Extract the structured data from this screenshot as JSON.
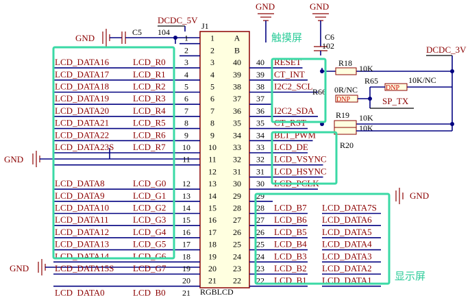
{
  "power": {
    "dcdc_left": "DCDC_5V",
    "dcdc_right": "DCDC_3V",
    "gnd": "GND"
  },
  "connector": {
    "ref": "J1",
    "name": "RGBLCD",
    "col_a": "A",
    "col_b": "B"
  },
  "caps": {
    "c5": "C5",
    "c5_val": "104",
    "c6": "C6",
    "c6_val": "102"
  },
  "resistors": {
    "r18": "R18",
    "r18_val": "10K",
    "r65": "R65",
    "r65_val": "10K/NC",
    "r66": "R66",
    "r66_val": "0R/NC",
    "r19": "R19",
    "r19_val": "10K",
    "r20": "R20",
    "r20_val": "10K",
    "dnp": "DNP"
  },
  "nets": {
    "sp_tx": "SP_TX"
  },
  "notes": {
    "touch": "触摸屏",
    "display": "显示屏"
  },
  "left_rows": [
    {
      "ext": "",
      "int": "",
      "pin": "1",
      "cl": "1",
      "cr": "A",
      "rp": "",
      "net": ""
    },
    {
      "ext": "",
      "int": "",
      "pin": "2",
      "cl": "2",
      "cr": "B",
      "rp": "",
      "net": ""
    },
    {
      "ext": "LCD_DATA16",
      "int": "LCD_R0",
      "pin": "3",
      "cl": "3",
      "cr": "40",
      "rp": "40",
      "net": "RESET"
    },
    {
      "ext": "LCD_DATA17",
      "int": "LCD_R1",
      "pin": "4",
      "cl": "4",
      "cr": "39",
      "rp": "39",
      "net": "CT_INT"
    },
    {
      "ext": "LCD_DATA18",
      "int": "LCD_R2",
      "pin": "5",
      "cl": "5",
      "cr": "38",
      "rp": "38",
      "net": "I2C2_SCL"
    },
    {
      "ext": "LCD_DATA19",
      "int": "LCD_R3",
      "pin": "6",
      "cl": "6",
      "cr": "37",
      "rp": "37",
      "net": ""
    },
    {
      "ext": "LCD_DATA20",
      "int": "LCD_R4",
      "pin": "7",
      "cl": "7",
      "cr": "36",
      "rp": "36",
      "net": "I2C2_SDA"
    },
    {
      "ext": "LCD_DATA21",
      "int": "LCD_R5",
      "pin": "8",
      "cl": "8",
      "cr": "35",
      "rp": "35",
      "net": "CT_RST"
    },
    {
      "ext": "LCD_DATA22",
      "int": "LCD_R6",
      "pin": "9",
      "cl": "9",
      "cr": "34",
      "rp": "34",
      "net": "BLT_PWM"
    },
    {
      "ext": "LCD_DATA23S",
      "int": "LCD_R7",
      "pin": "10",
      "cl": "10",
      "cr": "33",
      "rp": "33",
      "net": "LCD_DE"
    },
    {
      "ext": "",
      "int": "",
      "pin": "11",
      "cl": "11",
      "cr": "32",
      "rp": "32",
      "net": "LCD_VSYNC"
    },
    {
      "ext": "",
      "int": "",
      "pin": "",
      "cl": "12",
      "cr": "31",
      "rp": "31",
      "net": "LCD_HSYNC"
    },
    {
      "ext": "LCD_DATA8",
      "int": "LCD_G0",
      "pin": "12",
      "cl": "13",
      "cr": "30",
      "rp": "30",
      "net": "LCD_PCLK"
    },
    {
      "ext": "LCD_DATA9",
      "int": "LCD_G1",
      "pin": "13",
      "cl": "14",
      "cr": "29",
      "rp": "29",
      "net": ""
    },
    {
      "ext": "LCD_DATA10",
      "int": "LCD_G2",
      "pin": "14",
      "cl": "15",
      "cr": "28",
      "rp": "28",
      "net": "LCD_B7"
    },
    {
      "ext": "LCD_DATA11",
      "int": "LCD_G3",
      "pin": "15",
      "cl": "16",
      "cr": "27",
      "rp": "27",
      "net": "LCD_B6"
    },
    {
      "ext": "LCD_DATA12",
      "int": "LCD_G4",
      "pin": "16",
      "cl": "17",
      "cr": "26",
      "rp": "26",
      "net": "LCD_B5"
    },
    {
      "ext": "LCD_DATA13",
      "int": "LCD_G5",
      "pin": "17",
      "cl": "18",
      "cr": "25",
      "rp": "25",
      "net": "LCD_B4"
    },
    {
      "ext": "LCD_DATA14",
      "int": "LCD_G6",
      "pin": "18",
      "cl": "19",
      "cr": "24",
      "rp": "24",
      "net": "LCD_B3"
    },
    {
      "ext": "LCD_DATA15S",
      "int": "LCD_G7",
      "pin": "19",
      "cl": "20",
      "cr": "23",
      "rp": "23",
      "net": "LCD_B2"
    },
    {
      "ext": "",
      "int": "",
      "pin": "20",
      "cl": "21",
      "cr": "22",
      "rp": "22",
      "net": "LCD_B1"
    },
    {
      "ext": "LCD_DATA0",
      "int": "LCD_B0",
      "pin": "21",
      "cl": "",
      "cr": "",
      "rp": "",
      "net": ""
    }
  ],
  "blue_data": [
    "LCD_DATA7S",
    "LCD_DATA6",
    "LCD_DATA5",
    "LCD_DATA4",
    "LCD_DATA3",
    "LCD_DATA2",
    "LCD_DATA1"
  ]
}
